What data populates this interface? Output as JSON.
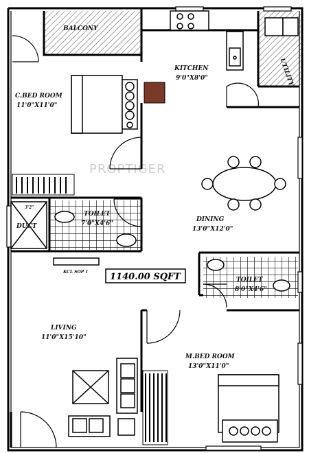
{
  "rooms": {
    "balcony": {
      "name": "BALCONY"
    },
    "kitchen": {
      "name": "KITCHEN",
      "size": "9'0\"X8'0\""
    },
    "utility": {
      "name": "UTILITY"
    },
    "c_bedroom": {
      "name": "C.BED ROOM",
      "size": "11'0\"X11'0\""
    },
    "dining": {
      "name": "DINING",
      "size": "13'0\"X12'0\""
    },
    "toilet_1": {
      "name": "TOILET",
      "size": "7'0\"X4'6\""
    },
    "duct": {
      "name": "DUCT"
    },
    "toilet_2": {
      "name": "TOILET",
      "size": "8'0\"X4'6\""
    },
    "living": {
      "name": "LIVING",
      "size": "11'0\"X15'10\""
    },
    "m_bedroom": {
      "name": "M.BED ROOM",
      "size": "13'0\"X11'0\""
    }
  },
  "labels": {
    "area": "1140.00 SQFT",
    "cup_board": "KCL SOP 1",
    "duct_dim": "3'2\"",
    "watermark": "PROPTIGER"
  },
  "colors": {
    "line": "#000000",
    "hatch": "#666666",
    "fridge": "#7a3a2a"
  }
}
